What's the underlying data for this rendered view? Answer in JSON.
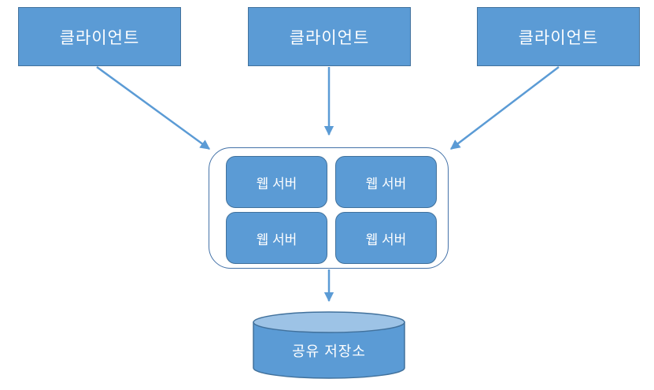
{
  "diagram": {
    "clients": [
      {
        "label": "클라이언트"
      },
      {
        "label": "클라이언트"
      },
      {
        "label": "클라이언트"
      }
    ],
    "server_pool": {
      "servers": [
        {
          "label": "웹 서버"
        },
        {
          "label": "웹 서버"
        },
        {
          "label": "웹 서버"
        },
        {
          "label": "웹 서버"
        }
      ]
    },
    "storage": {
      "label": "공유 저장소"
    },
    "colors": {
      "shape_fill": "#5b9bd5",
      "shape_border": "#41719c",
      "pool_border": "#4472a8",
      "cylinder_top_fill": "#9dc3e6",
      "arrow": "#5b9bd5",
      "text": "#ffffff",
      "background": "#ffffff"
    }
  }
}
